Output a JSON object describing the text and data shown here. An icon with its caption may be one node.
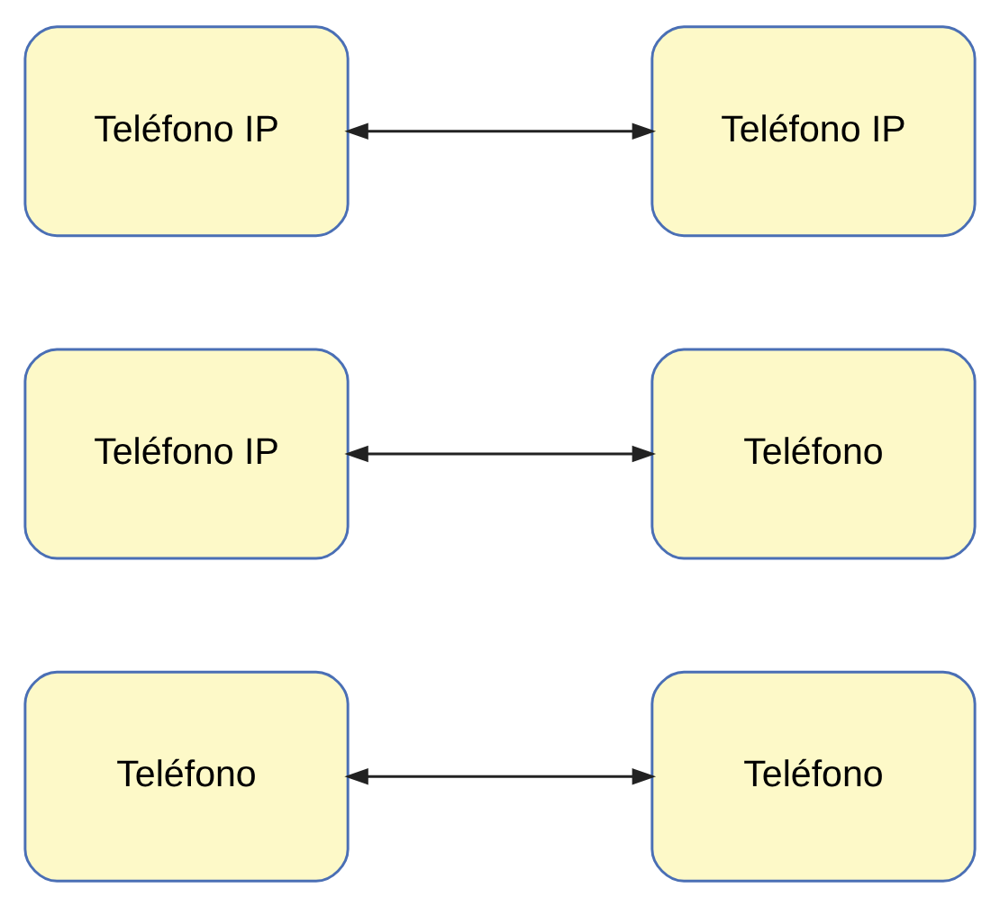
{
  "diagram": {
    "nodes": [
      {
        "text": [
          "Teléfono"
        ]
      },
      {
        "text": [
          "Teléfono"
        ]
      },
      {
        "text": [
          "Teléfono IP"
        ]
      },
      {
        "text": [
          "Teléfono"
        ]
      },
      {
        "text": [
          "Teléfono IP"
        ]
      },
      {
        "text": [
          "Teléfono IP"
        ]
      }
    ],
    "edges": [
      {
        "from": 0,
        "to": 1,
        "arrow": "both"
      },
      {
        "from": 2,
        "to": 3,
        "arrow": "both"
      },
      {
        "from": 4,
        "to": 5,
        "arrow": "both"
      }
    ]
  }
}
